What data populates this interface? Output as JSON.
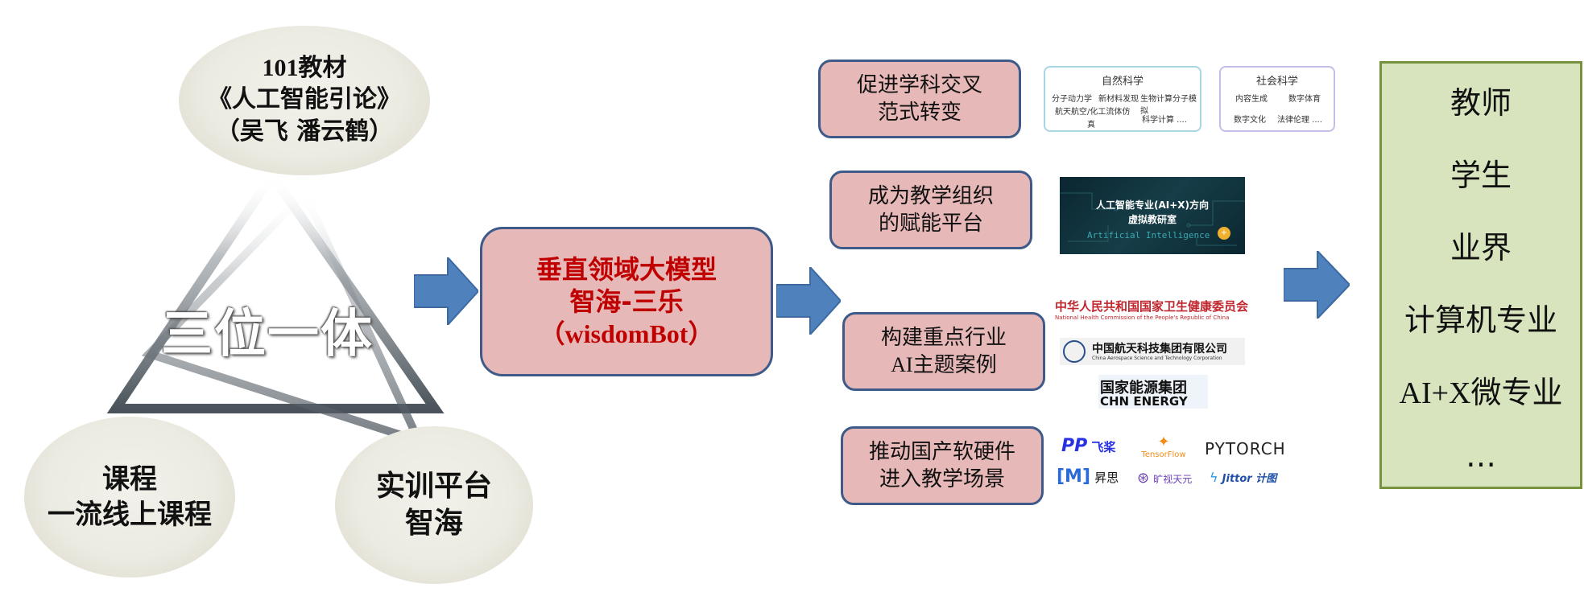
{
  "textbook": {
    "line1": "101教材",
    "line2": "《人工智能引论》",
    "line3": "（吴飞  潘云鹤）"
  },
  "trinity": "三位一体",
  "course": {
    "line1": "课程",
    "line2": "一流线上课程"
  },
  "platform": {
    "line1": "实训平台",
    "line2": "智海"
  },
  "core": {
    "line1": "垂直领域大模型",
    "line2": "智海-三乐",
    "line3": "（wisdomBot）"
  },
  "goals": [
    {
      "line1": "促进学科交叉",
      "line2": "范式转变"
    },
    {
      "line1": "成为教学组织",
      "line2": "的赋能平台"
    },
    {
      "line1": "构建重点行业",
      "line2": "AI主题案例"
    },
    {
      "line1": "推动国产软硬件",
      "line2": "进入教学场景"
    }
  ],
  "natural_science": {
    "title": "自然科学",
    "items": [
      "分子动力学",
      "新材料发现",
      "生物计算分子模拟",
      "航天航空/化工流体仿",
      "真",
      "科学计算 ...."
    ]
  },
  "social_science": {
    "title": "社会科学",
    "items": [
      "内容生成",
      "数字体育",
      "数字文化",
      "法律伦理 ...."
    ]
  },
  "virtual_lab": {
    "line1": "人工智能专业(AI+X)方向",
    "line2": "虚拟教研室",
    "sub": "Artificial Intelligence"
  },
  "industry_logos": {
    "nhc_cn": "中华人民共和国国家卫生健康委员会",
    "nhc_en": "National Health Commission of the People's Republic of China",
    "casc_cn": "中国航天科技集团有限公司",
    "casc_en": "China Aerospace Science and Technology Corporation",
    "chn_cn": "国家能源集团",
    "chn_en": "CHN ENERGY"
  },
  "software_logos": {
    "paddle": "飞桨",
    "tensorflow": "TensorFlow",
    "pytorch": "PYTORCH",
    "mindspore": "昇思",
    "megengine": "旷视天元",
    "jittor": "Jittor 计图"
  },
  "audience": [
    "教师",
    "学生",
    "业界",
    "计算机专业",
    "AI+X微专业",
    "…"
  ],
  "colors": {
    "pink": "#e6b8b7",
    "box_border": "#3d5a88",
    "arrow": "#4f81bd",
    "core_text": "#c00000",
    "audience_bg": "#d7e4bd",
    "audience_border": "#76923c"
  }
}
